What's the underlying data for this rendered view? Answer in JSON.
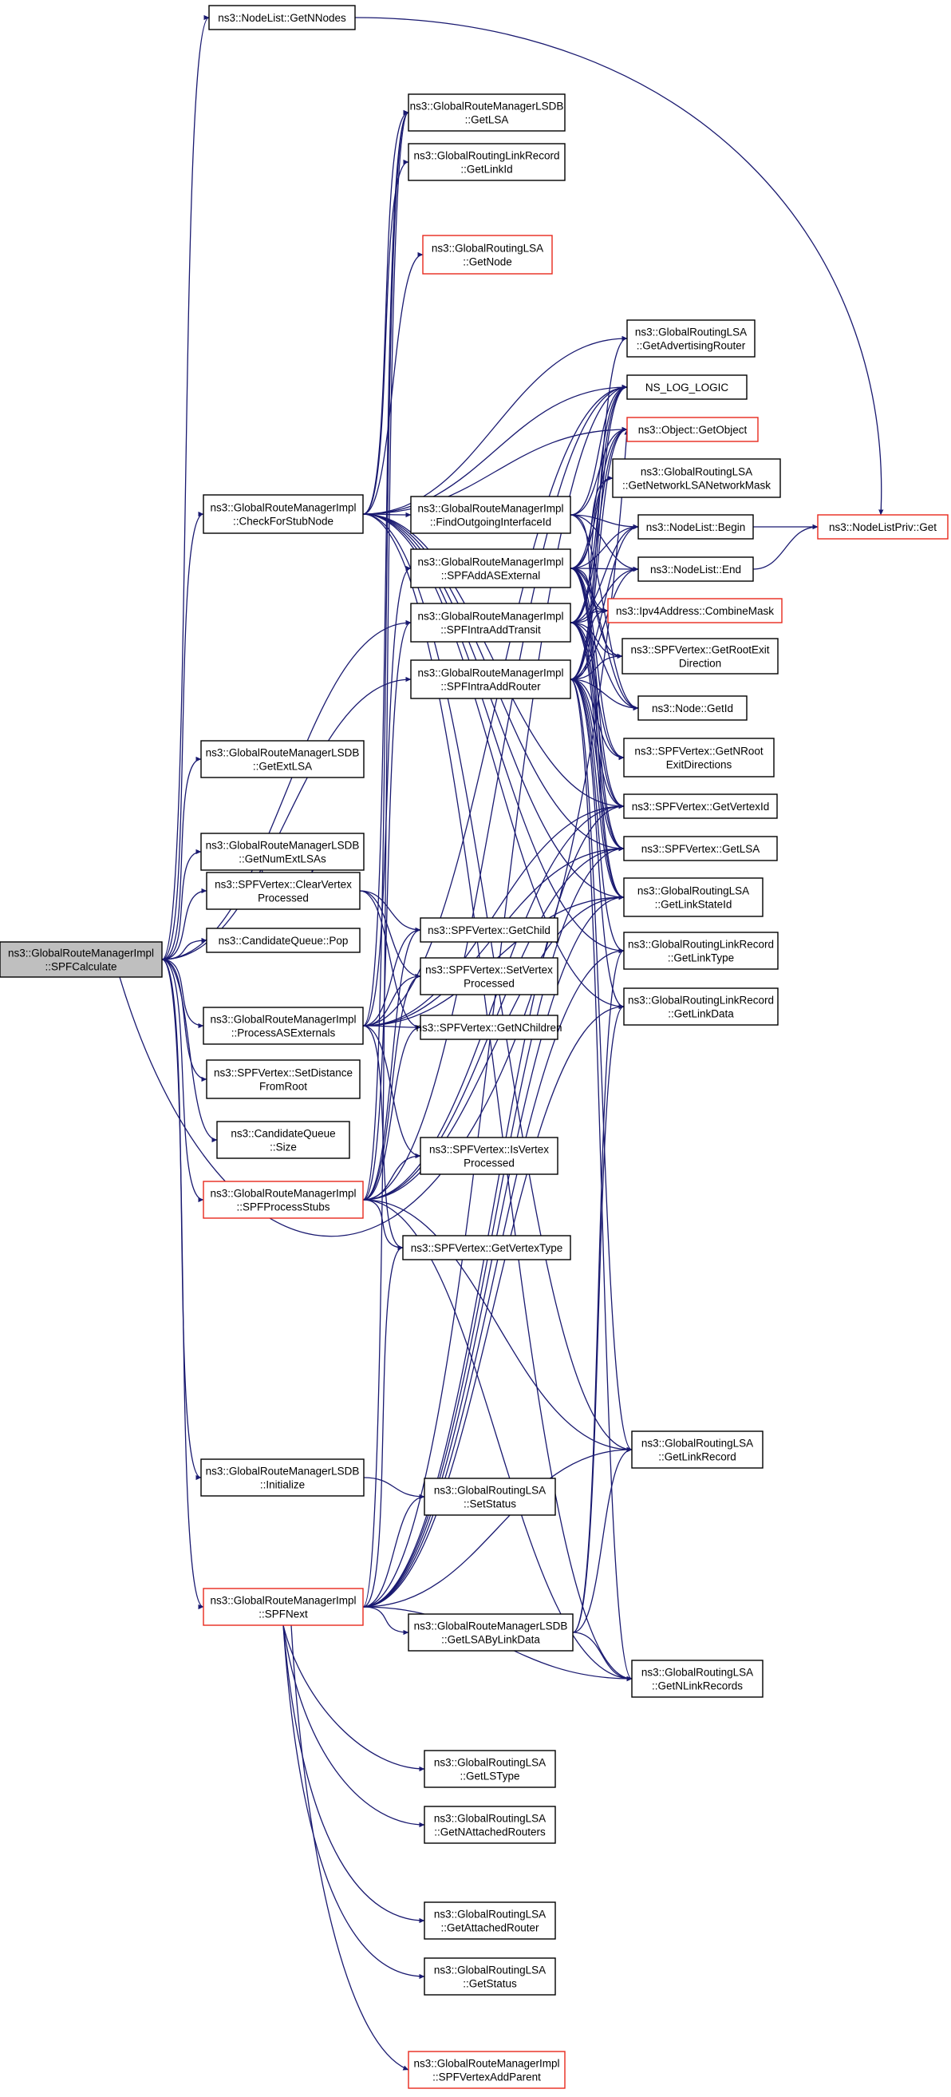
{
  "colors": {
    "edge": "#191970",
    "border": "#000000",
    "truncated_border": "#e8291c",
    "root_fill": "#bfbfbf"
  },
  "nodes": {
    "spfcalc": [
      "ns3::GlobalRouteManagerImpl",
      "::SPFCalculate"
    ],
    "getnnodes": [
      "ns3::NodeList::GetNNodes"
    ],
    "getlsa_db": [
      "ns3::GlobalRouteManagerLSDB",
      "::GetLSA"
    ],
    "getlinkid": [
      "ns3::GlobalRoutingLinkRecord",
      "::GetLinkId"
    ],
    "getnode": [
      "ns3::GlobalRoutingLSA",
      "::GetNode"
    ],
    "getadvrouter": [
      "ns3::GlobalRoutingLSA",
      "::GetAdvertisingRouter"
    ],
    "nslog": [
      "NS_LOG_LOGIC"
    ],
    "getobject": [
      "ns3::Object::GetObject"
    ],
    "getnetmask": [
      "ns3::GlobalRoutingLSA",
      "::GetNetworkLSANetworkMask"
    ],
    "findoutif": [
      "ns3::GlobalRouteManagerImpl",
      "::FindOutgoingInterfaceId"
    ],
    "checkstub": [
      "ns3::GlobalRouteManagerImpl",
      "::CheckForStubNode"
    ],
    "nlbegin": [
      "ns3::NodeList::Begin"
    ],
    "nlprivget": [
      "ns3::NodeListPriv::Get"
    ],
    "spfaddext": [
      "ns3::GlobalRouteManagerImpl",
      "::SPFAddASExternal"
    ],
    "nlend": [
      "ns3::NodeList::End"
    ],
    "combinemask": [
      "ns3::Ipv4Address::CombineMask"
    ],
    "intratransit": [
      "ns3::GlobalRouteManagerImpl",
      "::SPFIntraAddTransit"
    ],
    "getrootexit": [
      "ns3::SPFVertex::GetRootExit",
      "Direction"
    ],
    "intrarouter": [
      "ns3::GlobalRouteManagerImpl",
      "::SPFIntraAddRouter"
    ],
    "nodegetid": [
      "ns3::Node::GetId"
    ],
    "getnrootexit": [
      "ns3::SPFVertex::GetNRoot",
      "ExitDirections"
    ],
    "getextlsa": [
      "ns3::GlobalRouteManagerLSDB",
      "::GetExtLSA"
    ],
    "getvertexid": [
      "ns3::SPFVertex::GetVertexId"
    ],
    "getnumext": [
      "ns3::GlobalRouteManagerLSDB",
      "::GetNumExtLSAs"
    ],
    "vgetlsa": [
      "ns3::SPFVertex::GetLSA"
    ],
    "clearvp": [
      "ns3::SPFVertex::ClearVertex",
      "Processed"
    ],
    "getlinkstateid": [
      "ns3::GlobalRoutingLSA",
      "::GetLinkStateId"
    ],
    "getchild": [
      "ns3::SPFVertex::GetChild"
    ],
    "cqpop": [
      "ns3::CandidateQueue::Pop"
    ],
    "getlinktype": [
      "ns3::GlobalRoutingLinkRecord",
      "::GetLinkType"
    ],
    "setvp": [
      "ns3::SPFVertex::SetVertex",
      "Processed"
    ],
    "procext": [
      "ns3::GlobalRouteManagerImpl",
      "::ProcessASExternals"
    ],
    "getlinkdata": [
      "ns3::GlobalRoutingLinkRecord",
      "::GetLinkData"
    ],
    "getnchildren": [
      "ns3::SPFVertex::GetNChildren"
    ],
    "setdist": [
      "ns3::SPFVertex::SetDistance",
      "FromRoot"
    ],
    "cqsize": [
      "ns3::CandidateQueue",
      "::Size"
    ],
    "isvp": [
      "ns3::SPFVertex::IsVertex",
      "Processed"
    ],
    "procstubs": [
      "ns3::GlobalRouteManagerImpl",
      "::SPFProcessStubs"
    ],
    "getvertextype": [
      "ns3::SPFVertex::GetVertexType"
    ],
    "getlinkrecord": [
      "ns3::GlobalRoutingLSA",
      "::GetLinkRecord"
    ],
    "lsdbinit": [
      "ns3::GlobalRouteManagerLSDB",
      "::Initialize"
    ],
    "setstatus": [
      "ns3::GlobalRoutingLSA",
      "::SetStatus"
    ],
    "spfnext": [
      "ns3::GlobalRouteManagerImpl",
      "::SPFNext"
    ],
    "getlsabylink": [
      "ns3::GlobalRouteManagerLSDB",
      "::GetLSAByLinkData"
    ],
    "getnlinkrecords": [
      "ns3::GlobalRoutingLSA",
      "::GetNLinkRecords"
    ],
    "getlstype": [
      "ns3::GlobalRoutingLSA",
      "::GetLSType"
    ],
    "getnattached": [
      "ns3::GlobalRoutingLSA",
      "::GetNAttachedRouters"
    ],
    "getattached": [
      "ns3::GlobalRoutingLSA",
      "::GetAttachedRouter"
    ],
    "getstatus": [
      "ns3::GlobalRoutingLSA",
      "::GetStatus"
    ],
    "addparent": [
      "ns3::GlobalRouteManagerImpl",
      "::SPFVertexAddParent"
    ]
  }
}
